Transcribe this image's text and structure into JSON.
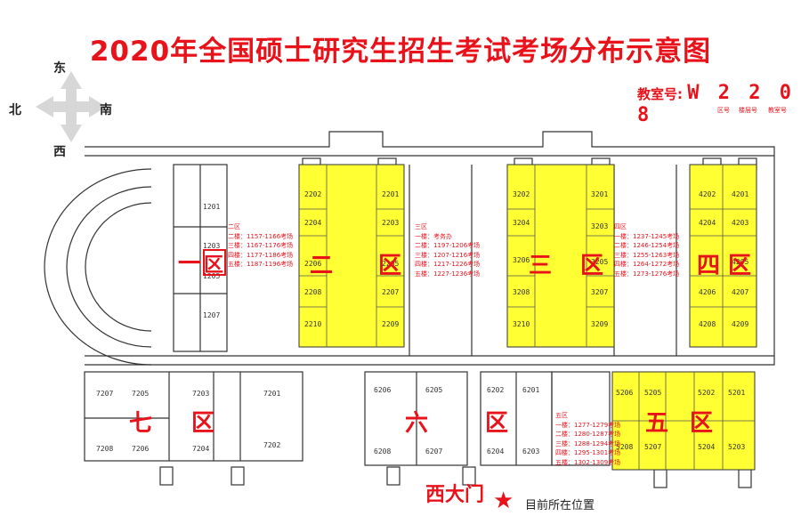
{
  "title": "2020年全国硕士研究生招生考试考场分布示意图",
  "compass": {
    "east": "东",
    "west": "西",
    "north": "北",
    "south": "南"
  },
  "classroom_code": {
    "label": "教室号:",
    "value": "W 2 2 0 8",
    "legend": [
      "区号",
      "楼层号",
      "教室号"
    ]
  },
  "zones": {
    "z1": "区",
    "z2a": "二",
    "z2b": "区",
    "z3a": "三",
    "z3b": "区",
    "z4a": "四",
    "z4b": "区",
    "z5a": "五",
    "z5b": "区",
    "z6a": "六",
    "z6b": "区",
    "z7a": "七",
    "z7b": "区",
    "z1a": "一"
  },
  "info": {
    "zone2": [
      "二区",
      "二楼：1157-1166考场",
      "三楼：1167-1176考场",
      "四楼：1177-1186考场",
      "五楼：1187-1196考场"
    ],
    "zone3": [
      "三区",
      "一楼：考务办",
      "二楼：1197-1206考场",
      "三楼：1207-1216考场",
      "四楼：1217-1226考场",
      "五楼：1227-1236考场"
    ],
    "zone4": [
      "四区",
      "一楼：1237-1245考场",
      "二楼：1246-1254考场",
      "三楼：1255-1263考场",
      "四楼：1264-1272考场",
      "五楼：1273-1276考场"
    ],
    "zone5": [
      "五区",
      "一楼：1277-1279考场",
      "二楼：1280-1287考场",
      "三楼：1288-1294考场",
      "四楼：1295-1301考场",
      "五楼：1302-1309考场"
    ]
  },
  "rooms": {
    "r1201": "1201",
    "r1203": "1203",
    "r1205": "1205",
    "r1207": "1207",
    "r2202": "2202",
    "r2204": "2204",
    "r2206": "2206",
    "r2208": "2208",
    "r2210": "2210",
    "r2201": "2201",
    "r2203": "2203",
    "r2205": "2205",
    "r2207": "2207",
    "r2209": "2209",
    "r3202": "3202",
    "r3204": "3204",
    "r3206": "3206",
    "r3208": "3208",
    "r3210": "3210",
    "r3201": "3201",
    "r3203": "3203",
    "r3205": "3205",
    "r3207": "3207",
    "r3209": "3209",
    "r4202": "4202",
    "r4204": "4204",
    "r4206": "4206",
    "r4208": "4208",
    "r4201": "4201",
    "r4203": "4203",
    "r4205": "4205",
    "r4207": "4207",
    "r4209": "4209",
    "r5206": "5206",
    "r5205": "5205",
    "r5202": "5202",
    "r5201": "5201",
    "r5208": "5208",
    "r5207": "5207",
    "r5204": "5204",
    "r5203": "5203",
    "r6206": "6206",
    "r6205": "6205",
    "r6202": "6202",
    "r6201": "6201",
    "r6208": "6208",
    "r6207": "6207",
    "r6204": "6204",
    "r6203": "6203",
    "r7207": "7207",
    "r7205": "7205",
    "r7203": "7203",
    "r7201": "7201",
    "r7208": "7208",
    "r7206": "7206",
    "r7204": "7204",
    "r7202": "7202"
  },
  "gate": "西大门",
  "current_location": "目前所在位置",
  "colors": {
    "accent": "#e8121b",
    "highlight": "#ffff33",
    "wall": "#333333"
  }
}
